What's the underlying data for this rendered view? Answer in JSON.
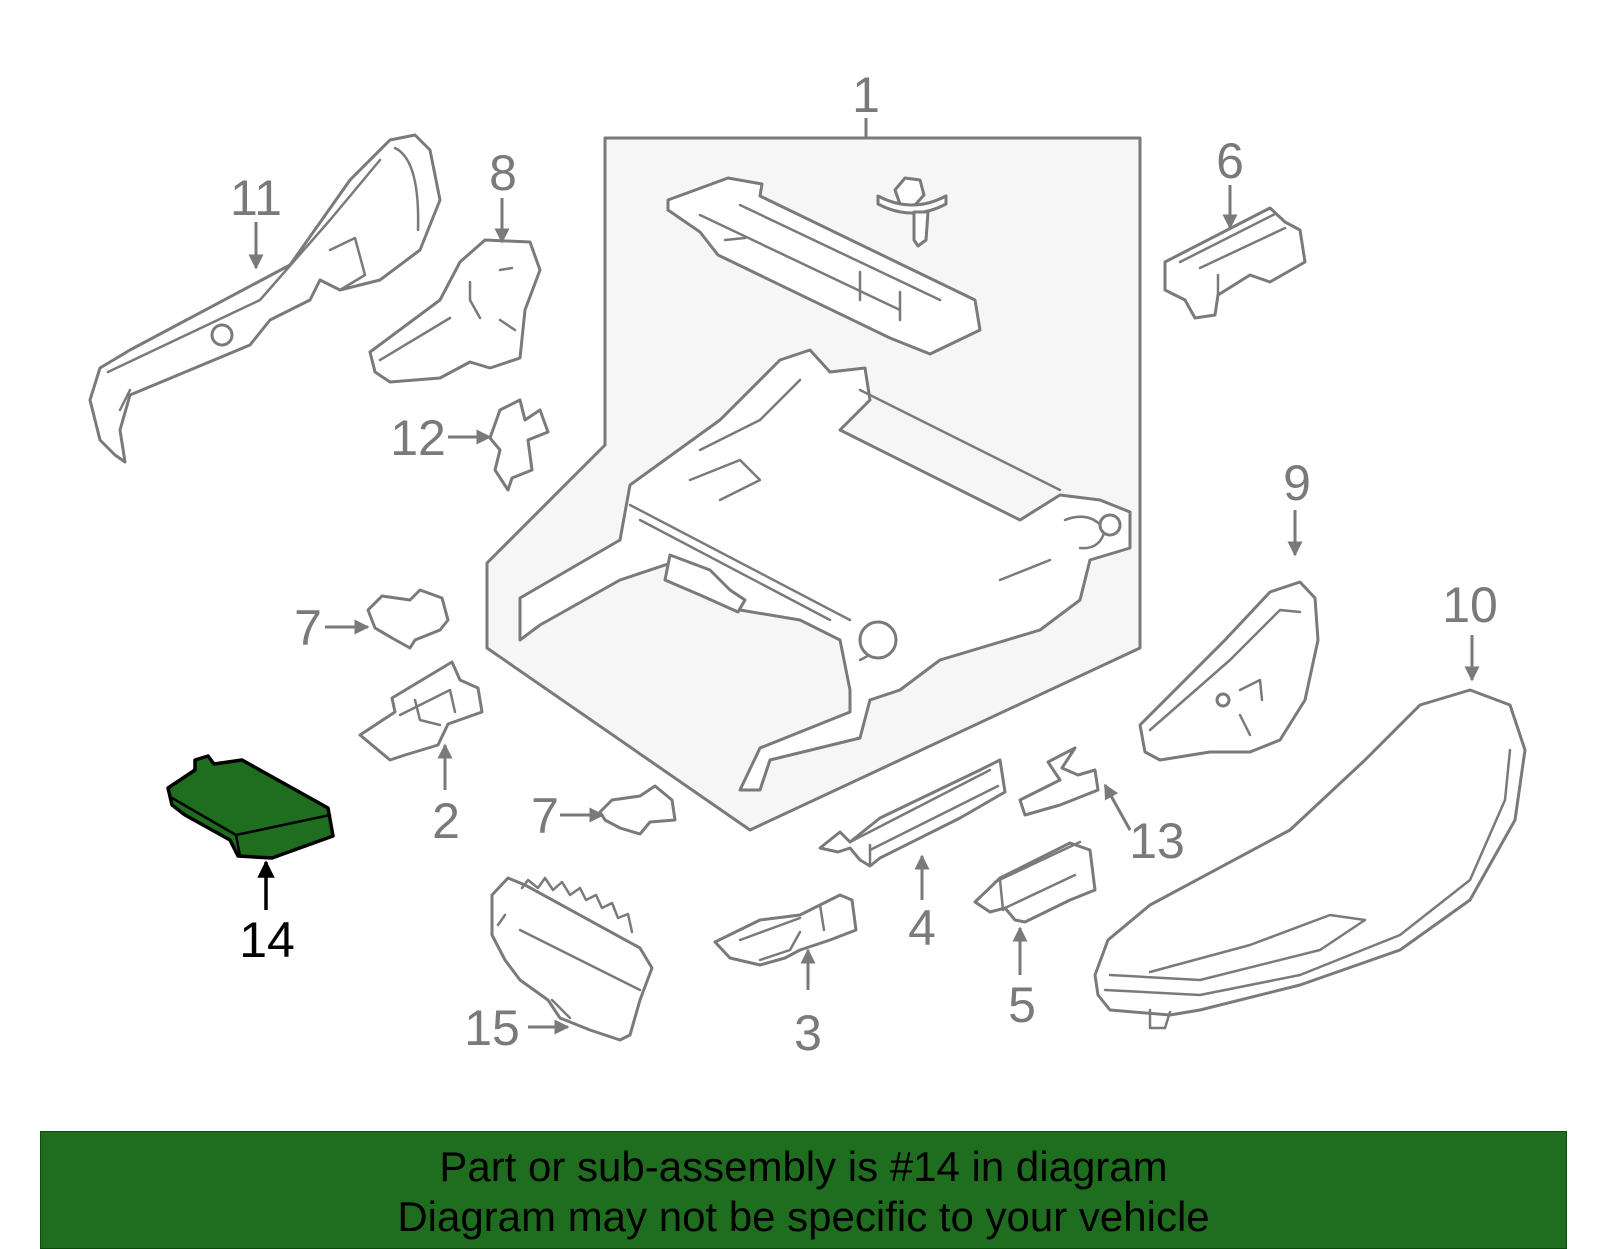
{
  "colors": {
    "highlight": "#1f6e1f",
    "banner": "#1f6e1f",
    "line": "#7a7a7a"
  },
  "labels": {
    "l1": "1",
    "l2": "2",
    "l3": "3",
    "l4": "4",
    "l5": "5",
    "l6": "6",
    "l7a": "7",
    "l7b": "7",
    "l8": "8",
    "l9": "9",
    "l10": "10",
    "l11": "11",
    "l12": "12",
    "l13": "13",
    "l14": "14",
    "l15": "15"
  },
  "banner": {
    "line1": "Part or sub-assembly is #14 in diagram",
    "line2": "Diagram may not be specific to your vehicle"
  }
}
